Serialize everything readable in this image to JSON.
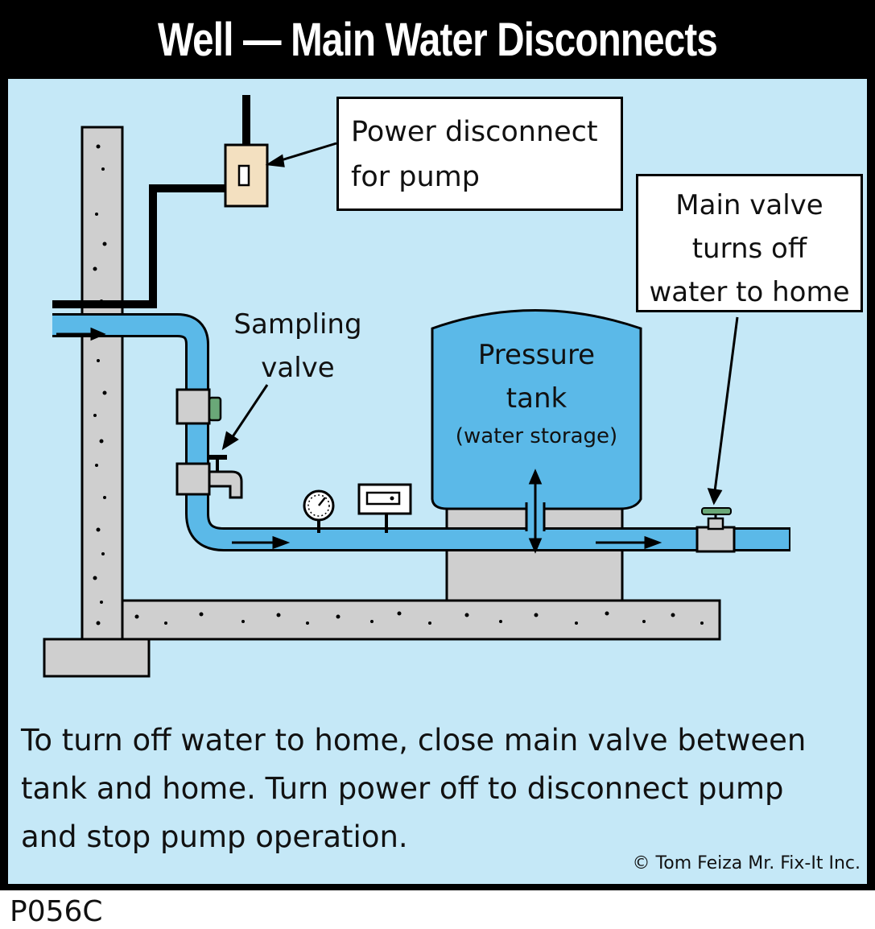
{
  "title": "Well — Main Water Disconnects",
  "labels": {
    "power_line1": "Power disconnect",
    "power_line2": "for pump",
    "main_line1": "Main valve",
    "main_line2": "turns off",
    "main_line3": "water to home",
    "sampling_line1": "Sampling",
    "sampling_line2": "valve",
    "tank_line1": "Pressure",
    "tank_line2": "tank",
    "tank_line3": "(water storage)"
  },
  "caption_line1": "To turn off water to home, close main valve between",
  "caption_line2": "tank and home.  Turn power off to disconnect pump",
  "caption_line3": "and stop pump operation.",
  "copyright": "© Tom Feiza Mr. Fix-It Inc.",
  "code": "P056C",
  "colors": {
    "background": "#c5e8f7",
    "water": "#5bb9e8",
    "concrete": "#cfcfcf",
    "frame": "#000000",
    "valve_handle": "#6aa878"
  }
}
